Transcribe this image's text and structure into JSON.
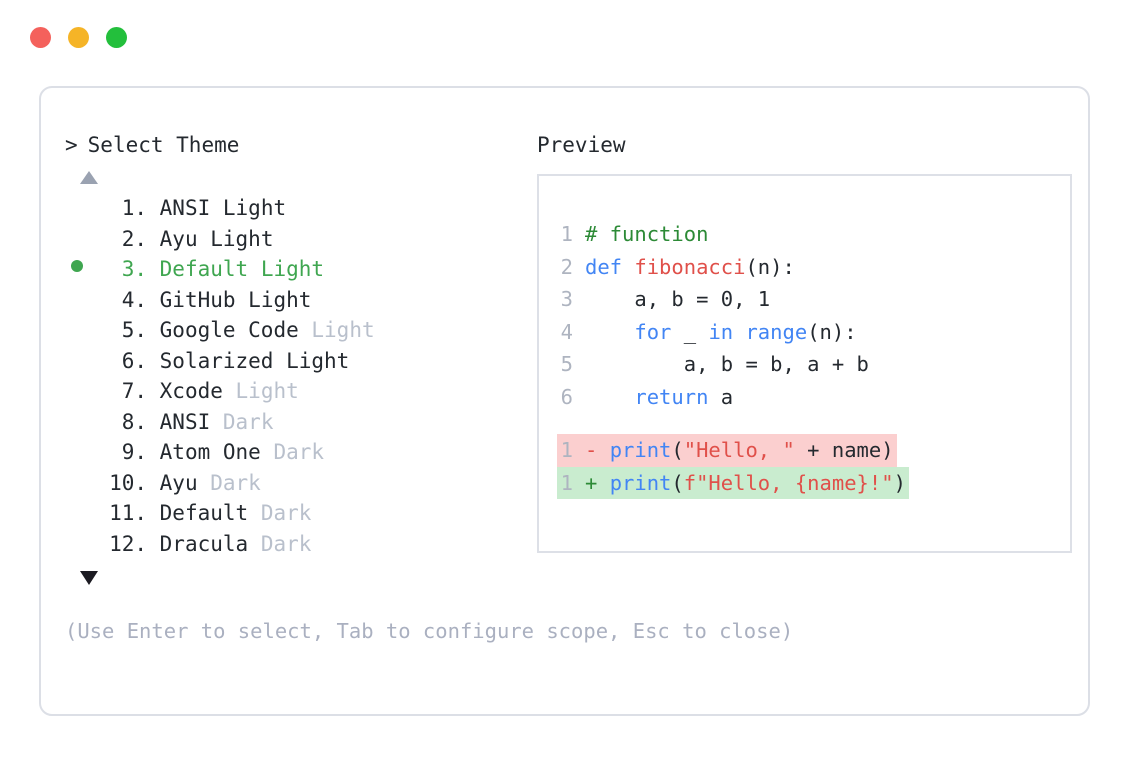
{
  "window": {
    "traffic_lights": [
      {
        "name": "close",
        "color": "#f4615c"
      },
      {
        "name": "minimize",
        "color": "#f5b427"
      },
      {
        "name": "maximize",
        "color": "#23bf3c"
      }
    ]
  },
  "prompt": {
    "caret": ">",
    "title": "Select Theme"
  },
  "scroll": {
    "up_icon": "triangle-up",
    "down_icon": "triangle-down"
  },
  "themes": {
    "selected_index": 3,
    "items": [
      {
        "index": "1.",
        "name": "ANSI",
        "variant": "Light",
        "variant_muted": false,
        "selected": false
      },
      {
        "index": "2.",
        "name": "Ayu",
        "variant": "Light",
        "variant_muted": false,
        "selected": false
      },
      {
        "index": "3.",
        "name": "Default",
        "variant": "Light",
        "variant_muted": false,
        "selected": true
      },
      {
        "index": "4.",
        "name": "GitHub",
        "variant": "Light",
        "variant_muted": false,
        "selected": false
      },
      {
        "index": "5.",
        "name": "Google Code",
        "variant": "Light",
        "variant_muted": true,
        "selected": false
      },
      {
        "index": "6.",
        "name": "Solarized",
        "variant": "Light",
        "variant_muted": false,
        "selected": false
      },
      {
        "index": "7.",
        "name": "Xcode",
        "variant": "Light",
        "variant_muted": true,
        "selected": false
      },
      {
        "index": "8.",
        "name": "ANSI",
        "variant": "Dark",
        "variant_muted": true,
        "selected": false
      },
      {
        "index": "9.",
        "name": "Atom One",
        "variant": "Dark",
        "variant_muted": true,
        "selected": false
      },
      {
        "index": "10.",
        "name": "Ayu",
        "variant": "Dark",
        "variant_muted": true,
        "selected": false
      },
      {
        "index": "11.",
        "name": "Default",
        "variant": "Dark",
        "variant_muted": true,
        "selected": false
      },
      {
        "index": "12.",
        "name": "Dracula",
        "variant": "Dark",
        "variant_muted": true,
        "selected": false
      }
    ]
  },
  "preview": {
    "label": "Preview",
    "code_lines": [
      {
        "num": "1",
        "tokens": [
          {
            "t": "# function",
            "c": "comment"
          }
        ]
      },
      {
        "num": "2",
        "tokens": [
          {
            "t": "def ",
            "c": "keyword"
          },
          {
            "t": "fibonacci",
            "c": "func"
          },
          {
            "t": "(n):",
            "c": "plain"
          }
        ]
      },
      {
        "num": "3",
        "tokens": [
          {
            "t": "    a, b = 0, 1",
            "c": "plain"
          }
        ]
      },
      {
        "num": "4",
        "tokens": [
          {
            "t": "    ",
            "c": "plain"
          },
          {
            "t": "for",
            "c": "keyword"
          },
          {
            "t": " _ ",
            "c": "plain"
          },
          {
            "t": "in",
            "c": "keyword"
          },
          {
            "t": " ",
            "c": "plain"
          },
          {
            "t": "range",
            "c": "builtin"
          },
          {
            "t": "(n):",
            "c": "plain"
          }
        ]
      },
      {
        "num": "5",
        "tokens": [
          {
            "t": "        a, b = b, a + b",
            "c": "plain"
          }
        ]
      },
      {
        "num": "6",
        "tokens": [
          {
            "t": "    ",
            "c": "plain"
          },
          {
            "t": "return",
            "c": "keyword"
          },
          {
            "t": " a",
            "c": "plain"
          }
        ]
      }
    ],
    "diff_lines": [
      {
        "num": "1",
        "sign": "-",
        "kind": "del",
        "tokens": [
          {
            "t": "print",
            "c": "builtin"
          },
          {
            "t": "(",
            "c": "plain"
          },
          {
            "t": "\"Hello, \"",
            "c": "string"
          },
          {
            "t": " + name)",
            "c": "plain"
          }
        ]
      },
      {
        "num": "1",
        "sign": "+",
        "kind": "add",
        "tokens": [
          {
            "t": "print",
            "c": "builtin"
          },
          {
            "t": "(",
            "c": "plain"
          },
          {
            "t": "f\"Hello, {name}!\"",
            "c": "string"
          },
          {
            "t": ")",
            "c": "plain"
          }
        ]
      }
    ]
  },
  "hint": "(Use Enter to select, Tab to configure scope, Esc to close)",
  "colors": {
    "accent_green": "#3fa650",
    "muted": "#b9c0cc",
    "border": "#dcdfe6",
    "diff_del_bg": "#fbcfcf",
    "diff_add_bg": "#c9eccf"
  }
}
